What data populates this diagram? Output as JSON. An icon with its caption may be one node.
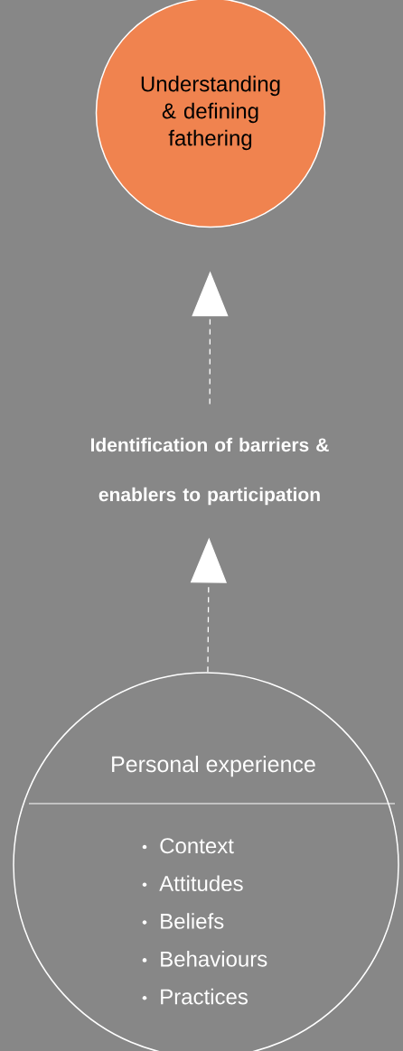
{
  "diagram": {
    "nodes": [
      {
        "text": [
          "Understanding & defining fathering"
        ]
      },
      {
        "text": [
          "Identification of barriers & enablers to participation"
        ]
      },
      {
        "text": [
          "Personal experience",
          "Context",
          "Attitudes",
          "Beliefs",
          "Behaviours",
          "Practices"
        ]
      }
    ],
    "edges": [
      {
        "from": 2,
        "to": 1,
        "arrow": "to",
        "style": "dashed"
      },
      {
        "from": 1,
        "to": 0,
        "arrow": "to",
        "style": "dashed"
      }
    ]
  }
}
